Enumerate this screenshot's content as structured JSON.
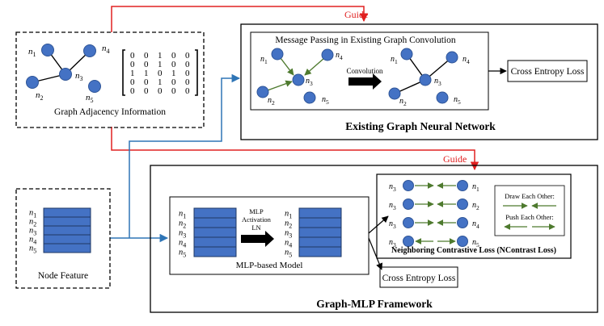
{
  "guide_label": "Guide",
  "adjacency": {
    "caption": "Graph Adjacency Information",
    "matrix": [
      [
        "0",
        "0",
        "1",
        "0",
        "0"
      ],
      [
        "0",
        "0",
        "1",
        "0",
        "0"
      ],
      [
        "1",
        "1",
        "0",
        "1",
        "0"
      ],
      [
        "0",
        "0",
        "1",
        "0",
        "0"
      ],
      [
        "0",
        "0",
        "0",
        "0",
        "0"
      ]
    ]
  },
  "node_labels": {
    "n1": "n",
    "sub1": "1",
    "sub2": "2",
    "sub3": "3",
    "sub4": "4",
    "sub5": "5"
  },
  "gnn": {
    "title": "Existing Graph Neural Network",
    "inner_title": "Message Passing in Existing Graph Convolution",
    "convolution_label": "Convolution",
    "loss_label": "Cross Entropy Loss"
  },
  "node_feature": {
    "caption": "Node Feature"
  },
  "mlp": {
    "title": "Graph-MLP Framework",
    "model_caption": "MLP-based Model",
    "arrow_label_1": "MLP",
    "arrow_label_2": "Activation",
    "arrow_label_3": "LN",
    "loss_label": "Cross Entropy Loss"
  },
  "ncontrast": {
    "caption": "Neighboring Contrastive Loss (NContrast Loss)",
    "legend_draw": "Draw Each Other:",
    "legend_push": "Push Each Other:",
    "rows": [
      {
        "left": "3",
        "right": "1",
        "kind": "draw"
      },
      {
        "left": "3",
        "right": "2",
        "kind": "draw"
      },
      {
        "left": "3",
        "right": "4",
        "kind": "draw"
      },
      {
        "left": "3",
        "right": "5",
        "kind": "push"
      }
    ]
  },
  "colors": {
    "node": "#4472C4",
    "node_stroke": "#2F5597",
    "blue_arrow": "#2E75B6",
    "red_arrow": "#E02020",
    "green_arrow": "#4E7A2E",
    "feature_fill": "#4472C4"
  }
}
